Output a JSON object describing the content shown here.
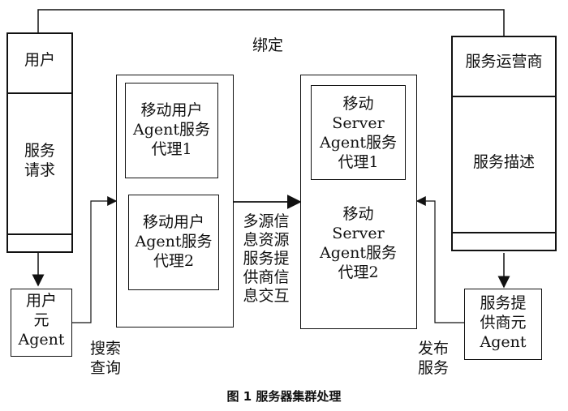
{
  "top_label": "绑定",
  "user_box": {
    "header": "用户",
    "body": "服务\n请求"
  },
  "operator_box": {
    "header": "服务运营商",
    "body": "服务描述"
  },
  "mobile_cluster": {
    "agent1": "移动用户\nAgent服务\n代理1",
    "agent2": "移动用户\nAgent服务\n代理2"
  },
  "server_cluster": {
    "agent1": "移动\nServer\nAgent服务\n代理1",
    "agent2": "移动\nServer\nAgent服务\n代理2"
  },
  "middle_label": "多源信\n息资源\n服务提\n供商信\n息交互",
  "user_element": "用户\n元\nAgent",
  "provider_element": "服务提\n供商元\nAgent",
  "search_label": "搜索\n查询",
  "publish_label": "发布\n服务",
  "caption": "图 1    服务器集群处理"
}
